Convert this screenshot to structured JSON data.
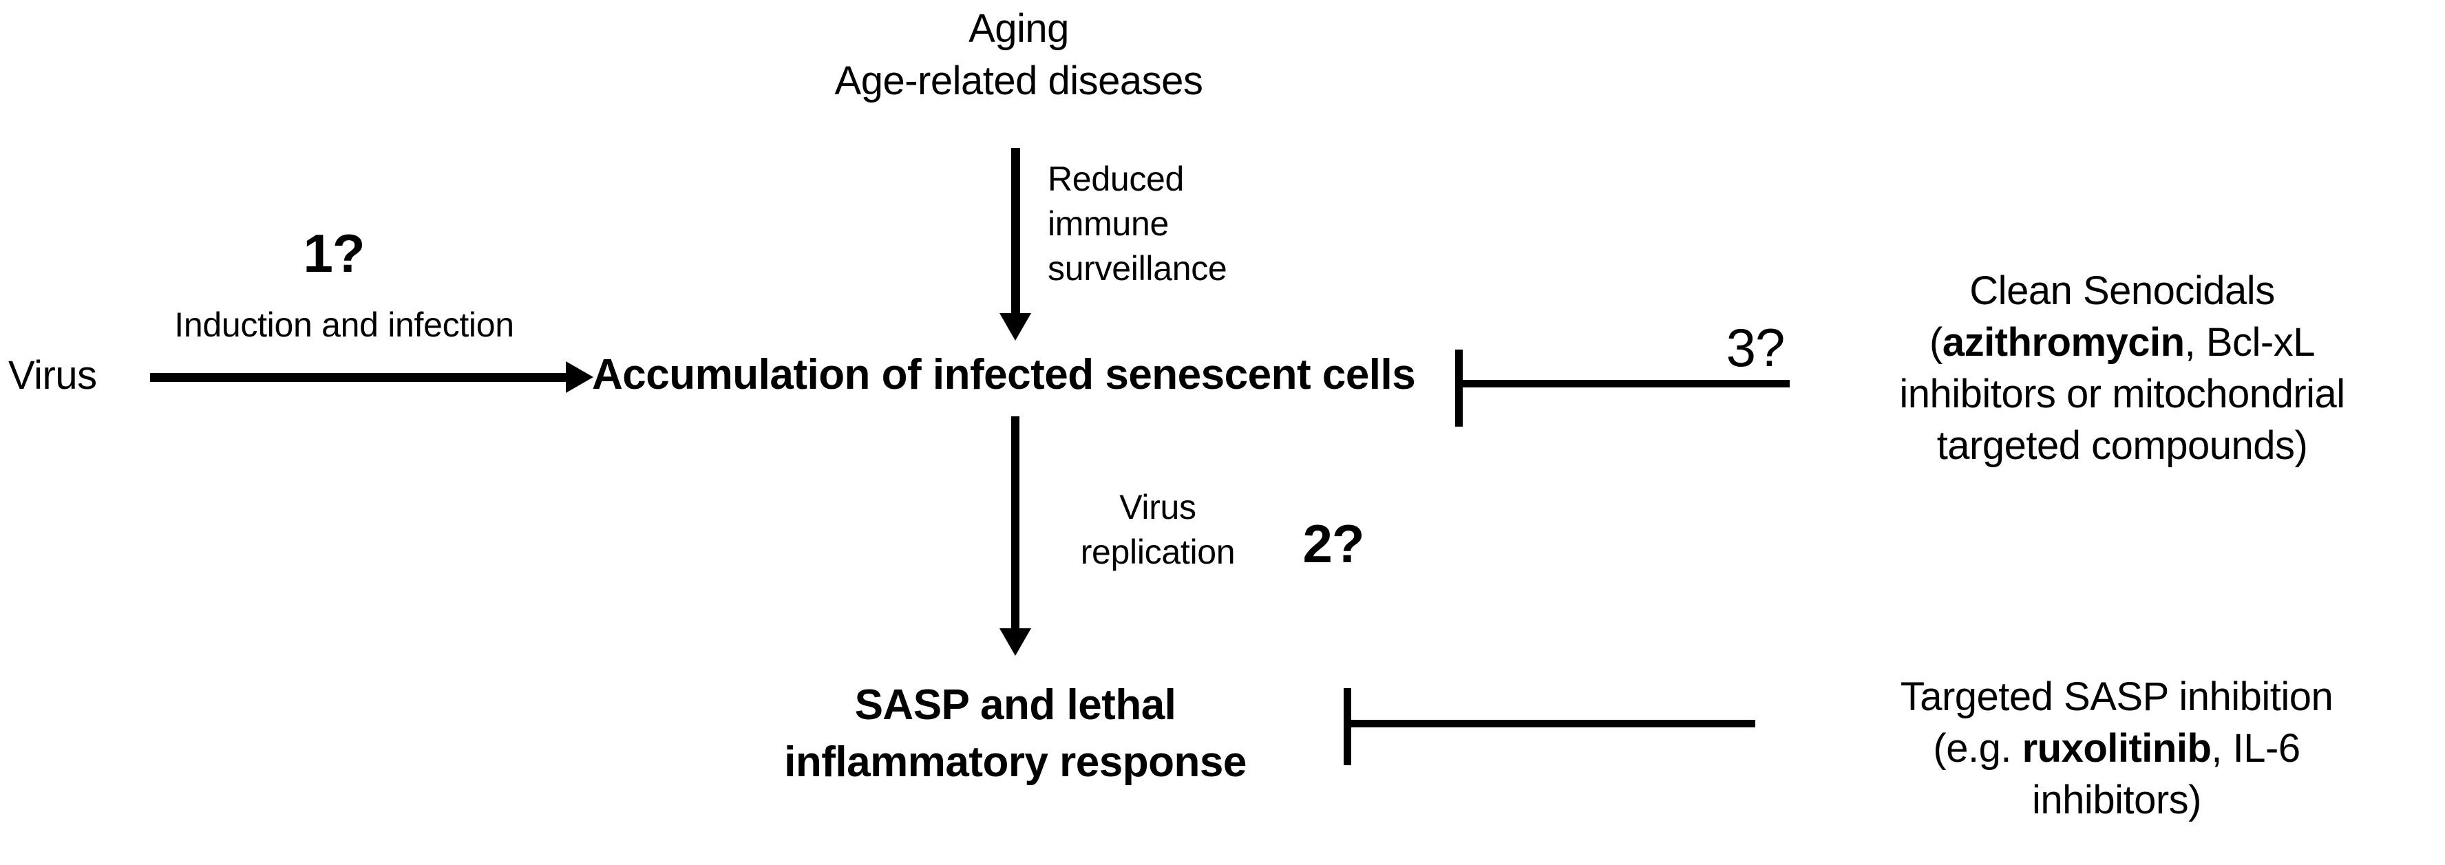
{
  "figure": {
    "type": "pathway-diagram",
    "background": "#ffffff",
    "stroke_color": "#000000"
  },
  "nodes": {
    "virus": "Virus",
    "aging_line1": "Aging",
    "aging_line2": "Age-related diseases",
    "accumulation": "Accumulation of infected senescent cells",
    "sasp_line1": "SASP and lethal",
    "sasp_line2": "inflammatory response"
  },
  "edge_labels": {
    "induction": "Induction and infection",
    "reduced_immune": "Reduced\nimmune\nsurveillance",
    "virus_replication": "Virus\nreplication"
  },
  "question_markers": {
    "one": "1?",
    "two": "2?",
    "three": "3?"
  },
  "treatments": {
    "senocidals": {
      "title": "Clean Senocidals",
      "line2_prefix": "(",
      "line2_bold": "azithromycin",
      "line2_suffix": ", Bcl-xL",
      "line3": "inhibitors or mitochondrial",
      "line4": "targeted compounds)"
    },
    "sasp_inhibition": {
      "title": "Targeted SASP inhibition",
      "line2_prefix": "(e.g. ",
      "line2_bold": "ruxolitinib",
      "line2_suffix": ", IL-6",
      "line3": "inhibitors)"
    }
  },
  "icons": {
    "arrow_right": "arrow-right-icon",
    "arrow_down_immune": "arrow-down-icon",
    "arrow_down_replication": "arrow-down-icon",
    "inhibition_senocidals": "inhibition-bar-icon",
    "inhibition_sasp": "inhibition-bar-icon"
  }
}
